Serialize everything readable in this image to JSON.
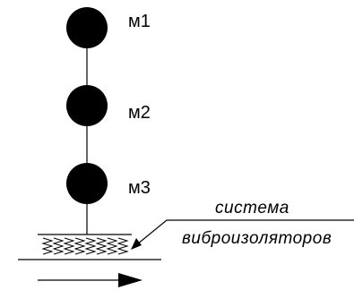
{
  "masses": [
    {
      "label": "м1"
    },
    {
      "label": "м2"
    },
    {
      "label": "м3"
    }
  ],
  "annotation": {
    "line1": "система",
    "line2": "виброизоляторов"
  },
  "colors": {
    "ink": "#000000",
    "background": "#ffffff"
  }
}
